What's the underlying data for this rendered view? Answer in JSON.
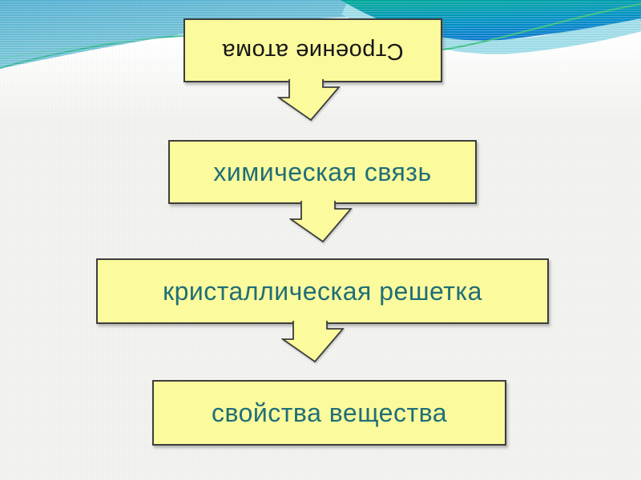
{
  "slide": {
    "colors": {
      "bg": "#f1f1ee",
      "box_fill": "#fbfa9c",
      "box_border": "#3d3d3d",
      "teal_text": "#206e78",
      "dark_text": "#161616",
      "wave_left_top": "#55b0d2",
      "wave_left_bottom": "#9adade",
      "wave_right_start": "#00a89b",
      "wave_right_mid": "#0092c4",
      "wave_right_end": "#0b79d0",
      "wave_band": "#9edce8",
      "accent_line": "#2fb08e",
      "accent_line2": "#5cc8b0",
      "accent_line3": "#36be7d"
    },
    "boxes": [
      {
        "label": "Строение атома",
        "text_color": "#161616",
        "rotated": true
      },
      {
        "label": "химическая связь",
        "text_color": "#206e78",
        "rotated": false
      },
      {
        "label": "кристаллическая решетка",
        "text_color": "#206e78",
        "rotated": false
      },
      {
        "label": "свойства вещества",
        "text_color": "#206e78",
        "rotated": false
      }
    ]
  }
}
